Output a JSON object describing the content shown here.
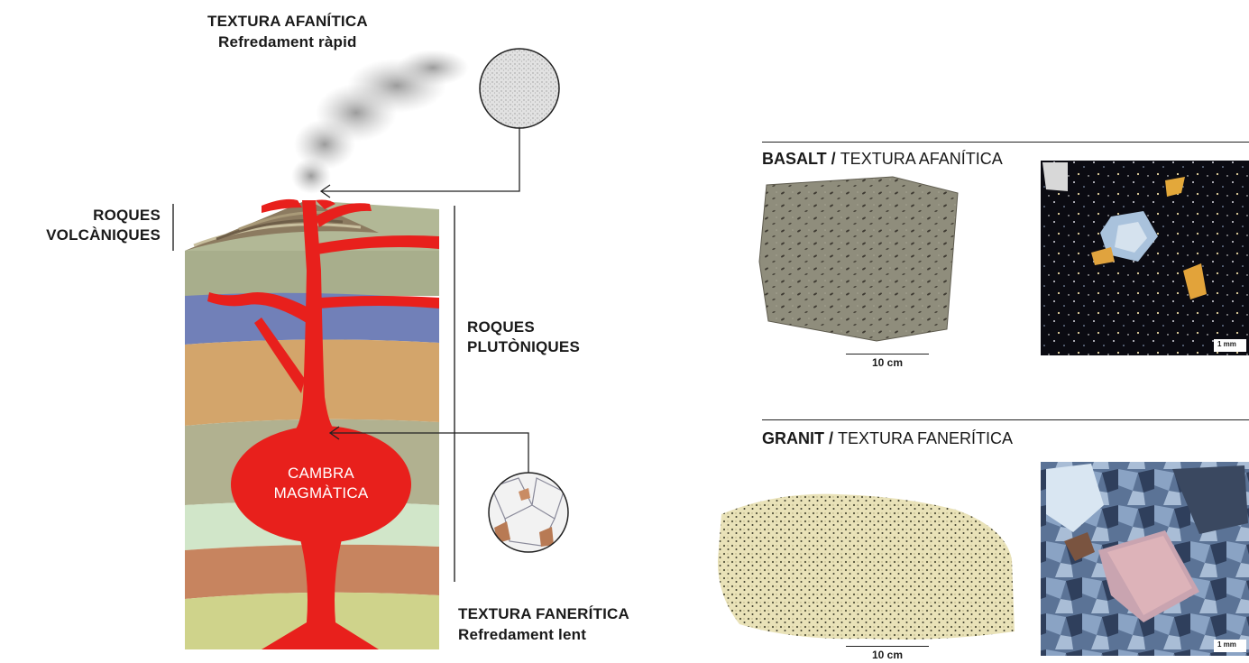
{
  "volcano": {
    "aphanitic_title": "TEXTURA AFANÍTICA",
    "aphanitic_sub": "Refredament ràpid",
    "volcanic_line1": "ROQUES",
    "volcanic_line2": "VOLCÀNIQUES",
    "plutonic_line1": "ROQUES",
    "plutonic_line2": "PLUTÒNIQUES",
    "chamber_line1": "CAMBRA",
    "chamber_line2": "MAGMÀTICA",
    "phaneritic_title": "TEXTURA FANERÍTICA",
    "phaneritic_sub": "Refredament lent"
  },
  "basalt": {
    "rock": "BASALT",
    "sep": " / ",
    "texture": "TEXTURA AFANÍTICA",
    "scale": "10 cm",
    "micro_scale": "1 mm"
  },
  "granite": {
    "rock": "GRANIT",
    "sep": " / ",
    "texture": "TEXTURA FANERÍTICA",
    "scale": "10 cm",
    "micro_scale": "1 mm"
  },
  "colors": {
    "magma": "#e8201c",
    "text": "#1a1a1a"
  }
}
